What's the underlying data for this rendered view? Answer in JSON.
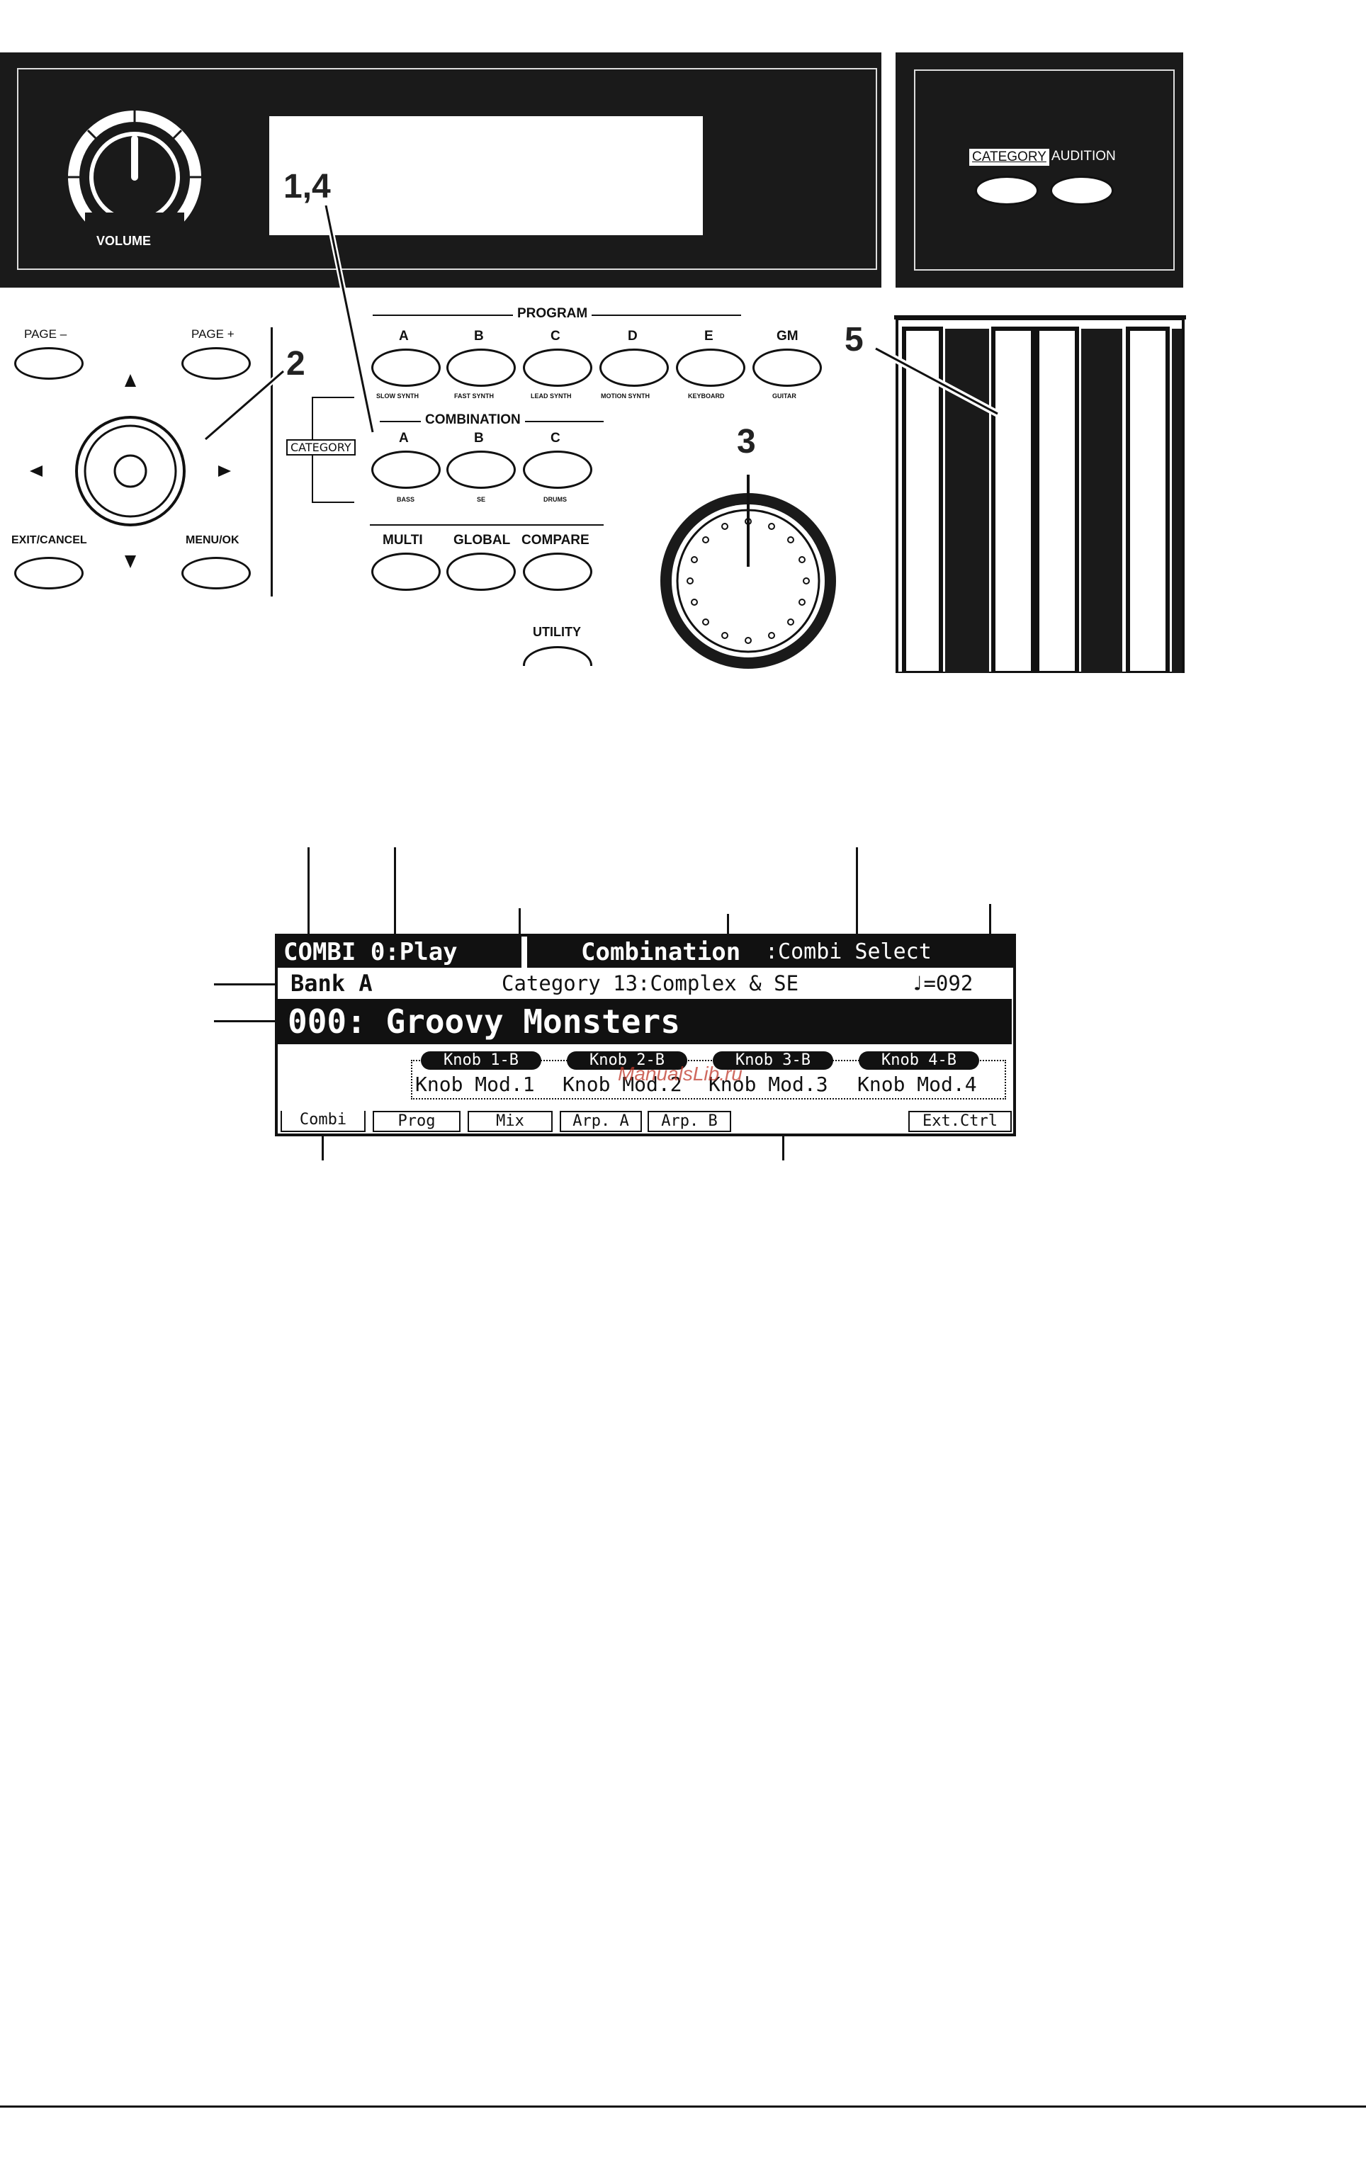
{
  "panel": {
    "volume_label": "VOLUME",
    "step_1_4": "1,4",
    "step_2": "2",
    "step_3": "3",
    "step_5": "5",
    "category_label": "CATEGORY",
    "audition_label": "AUDITION",
    "page_minus": "PAGE –",
    "page_plus": "PAGE +",
    "exit_cancel": "EXIT/CANCEL",
    "menu_ok": "MENU/OK",
    "program_header": "PROGRAM",
    "program_buttons": [
      {
        "letter": "A",
        "sub": "SLOW SYNTH"
      },
      {
        "letter": "B",
        "sub": "FAST SYNTH"
      },
      {
        "letter": "C",
        "sub": "LEAD SYNTH"
      },
      {
        "letter": "D",
        "sub": "MOTION SYNTH"
      },
      {
        "letter": "E",
        "sub": "KEYBOARD"
      },
      {
        "letter": "GM",
        "sub": "GUITAR"
      }
    ],
    "combination_header": "COMBINATION",
    "combination_buttons": [
      {
        "letter": "A",
        "sub": "BASS"
      },
      {
        "letter": "B",
        "sub": "SE"
      },
      {
        "letter": "C",
        "sub": "DRUMS"
      }
    ],
    "category_side_label": "CATEGORY",
    "multi": "MULTI",
    "global": "GLOBAL",
    "compare": "COMPARE",
    "utility": "UTILITY"
  },
  "lcd": {
    "mode": "COMBI 0:Play",
    "page_title": "Combination",
    "page_sub": ":Combi Select",
    "bank": "Bank A",
    "category": "Category 13:Complex & SE",
    "tempo": "♩=092",
    "combi_name": "000: Groovy Monsters",
    "knobs": [
      {
        "tag": "Knob 1-B",
        "value": "Knob Mod.1"
      },
      {
        "tag": "Knob 2-B",
        "value": "Knob Mod.2"
      },
      {
        "tag": "Knob 3-B",
        "value": "Knob Mod.3"
      },
      {
        "tag": "Knob 4-B",
        "value": "Knob Mod.4"
      }
    ],
    "tabs": [
      "Combi",
      "Prog",
      "Mix",
      "Arp. A",
      "Arp. B",
      "Ext.Ctrl"
    ],
    "watermark": "ManualsLib.ru"
  }
}
